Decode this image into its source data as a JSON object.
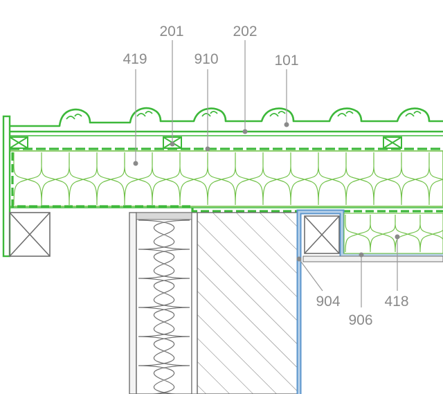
{
  "colors": {
    "membrane_green": "#3db83a",
    "insulation_green": "#72c24a",
    "vapor_blue": "#5b95cc",
    "vapor_blue_fill": "#b9d2ea",
    "line_gray": "#6e6e6e",
    "label_gray": "#8a8a8a"
  },
  "callouts": [
    {
      "id": "c419",
      "text": "419"
    },
    {
      "id": "c201",
      "text": "201"
    },
    {
      "id": "c910",
      "text": "910"
    },
    {
      "id": "c202",
      "text": "202"
    },
    {
      "id": "c101",
      "text": "101"
    },
    {
      "id": "c904",
      "text": "904"
    },
    {
      "id": "c906",
      "text": "906"
    },
    {
      "id": "c418",
      "text": "418"
    }
  ]
}
